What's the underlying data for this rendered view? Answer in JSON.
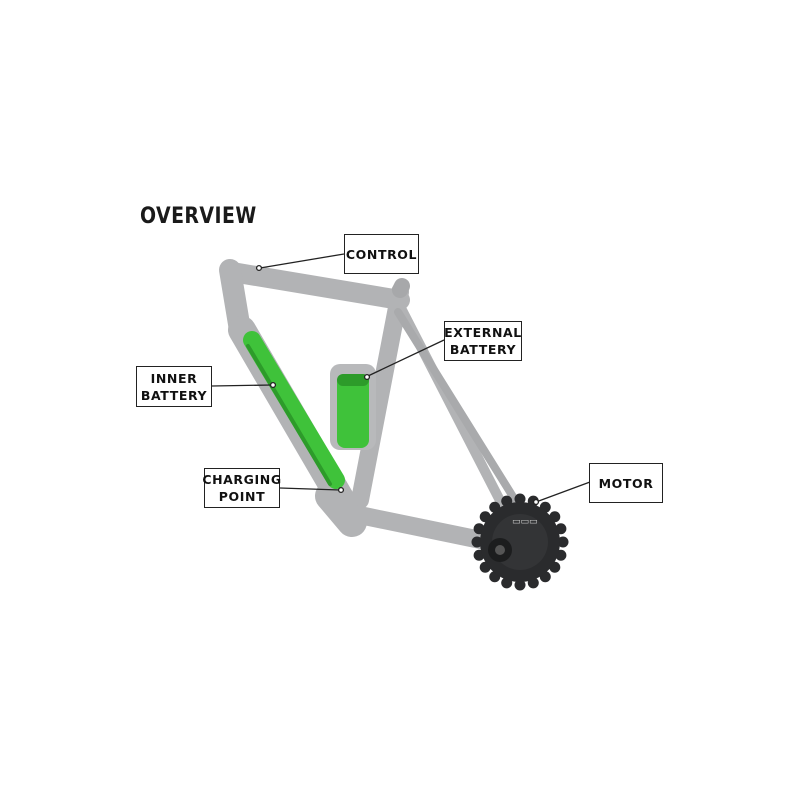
{
  "title": "OVERVIEW",
  "callouts": {
    "control": {
      "lines": [
        "CONTROL"
      ]
    },
    "external_battery": {
      "lines": [
        "EXTERNAL",
        "BATTERY"
      ]
    },
    "inner_battery": {
      "lines": [
        "INNER",
        "BATTERY"
      ]
    },
    "charging_point": {
      "lines": [
        "CHARGING",
        "POINT"
      ]
    },
    "motor": {
      "lines": [
        "MOTOR"
      ]
    }
  },
  "colors": {
    "frame": "#b2b3b5",
    "frame_shadow": "#9c9d9f",
    "battery": "#3fc23a",
    "battery_dark": "#2d9b2a",
    "motor": "#2a2b2d",
    "leader": "#222222"
  },
  "icons": [
    "motor-hub-icon"
  ]
}
